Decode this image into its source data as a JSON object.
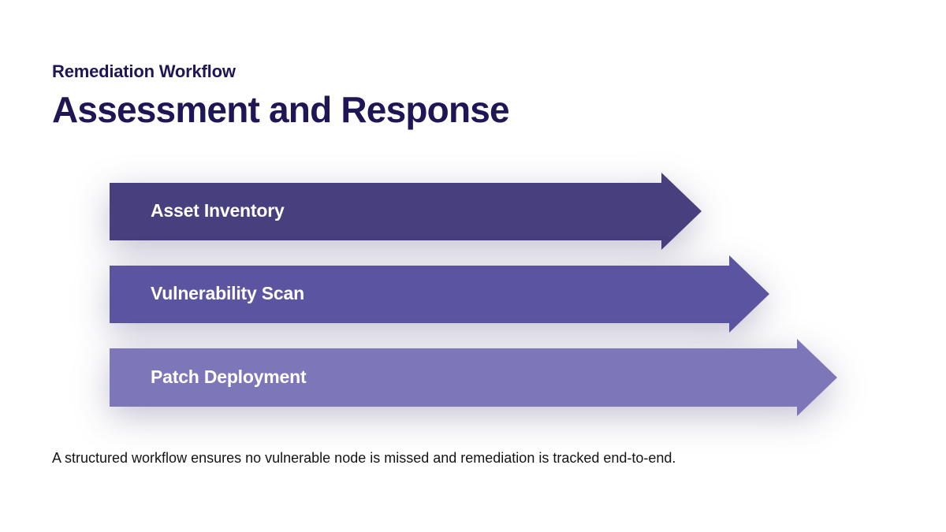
{
  "header": {
    "eyebrow": "Remediation Workflow",
    "title": "Assessment and Response"
  },
  "steps": [
    {
      "label": "Asset Inventory",
      "color": "#483f7e"
    },
    {
      "label": "Vulnerability Scan",
      "color": "#5b55a1"
    },
    {
      "label": "Patch Deployment",
      "color": "#7d77b9"
    }
  ],
  "caption": "A structured workflow ensures no vulnerable node is missed and remediation is tracked end-to-end."
}
